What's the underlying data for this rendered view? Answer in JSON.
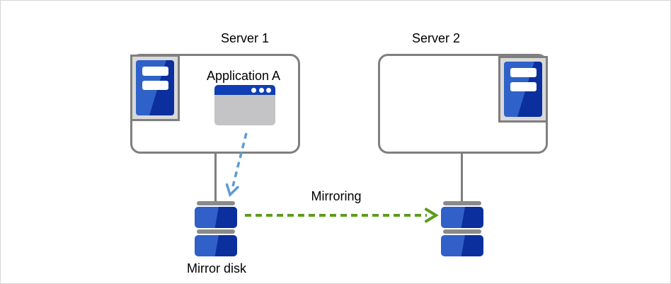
{
  "servers": [
    {
      "label": "Server 1"
    },
    {
      "label": "Server 2"
    }
  ],
  "application": {
    "label": "Application A"
  },
  "arrows": {
    "mirroring_label": "Mirroring"
  },
  "disks": {
    "mirror_disk_label": "Mirror disk"
  },
  "colors": {
    "canvas_border": "#d6d6d6",
    "box_border": "#7f7f7f",
    "icon_frame_fill": "#d9d9d9",
    "server_blue_light": "#2f62c8",
    "server_blue_dark": "#0c2f9e",
    "window_titlebar": "#0f3eb5",
    "window_body": "#c4c4c6",
    "disk_bar": "#8a8a8a",
    "disk_blue_light": "#3060c8",
    "disk_blue_dark": "#0c2f9e",
    "arrow_blue": "#5b9bd5",
    "arrow_green": "#5d9c1d",
    "text": "#000000"
  }
}
